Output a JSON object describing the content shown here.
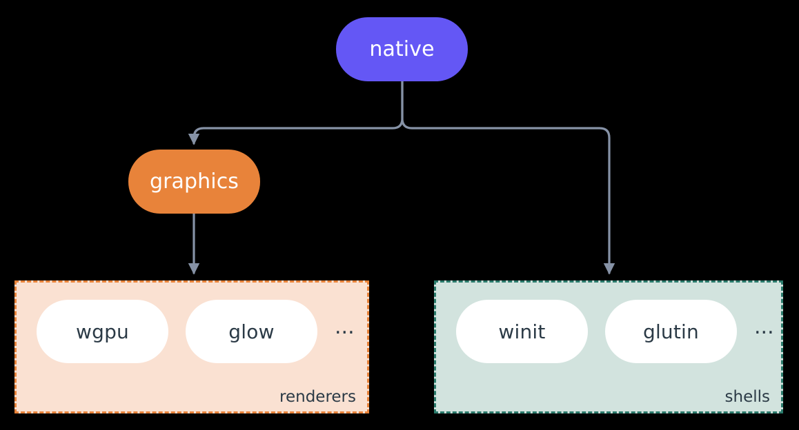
{
  "diagram": {
    "title": "native",
    "background_color": "#000000",
    "edge_color": "#8692A6",
    "nodes": [
      {
        "id": "native",
        "label": "native",
        "color": "#6457F5",
        "text_color": "#ffffff"
      },
      {
        "id": "graphics",
        "label": "graphics",
        "color": "#E8833A",
        "text_color": "#ffffff"
      }
    ],
    "clusters": [
      {
        "id": "renderers",
        "label": "renderers",
        "fill": "#FAE1D2",
        "border": "#E8833A",
        "items": [
          "wgpu",
          "glow"
        ],
        "more": "..."
      },
      {
        "id": "shells",
        "label": "shells",
        "fill": "#D2E3DE",
        "border": "#2A7A6B",
        "items": [
          "winit",
          "glutin"
        ],
        "more": "..."
      }
    ],
    "edges": [
      {
        "from": "native",
        "to": "graphics"
      },
      {
        "from": "native",
        "to": "shells"
      },
      {
        "from": "graphics",
        "to": "renderers"
      }
    ]
  }
}
